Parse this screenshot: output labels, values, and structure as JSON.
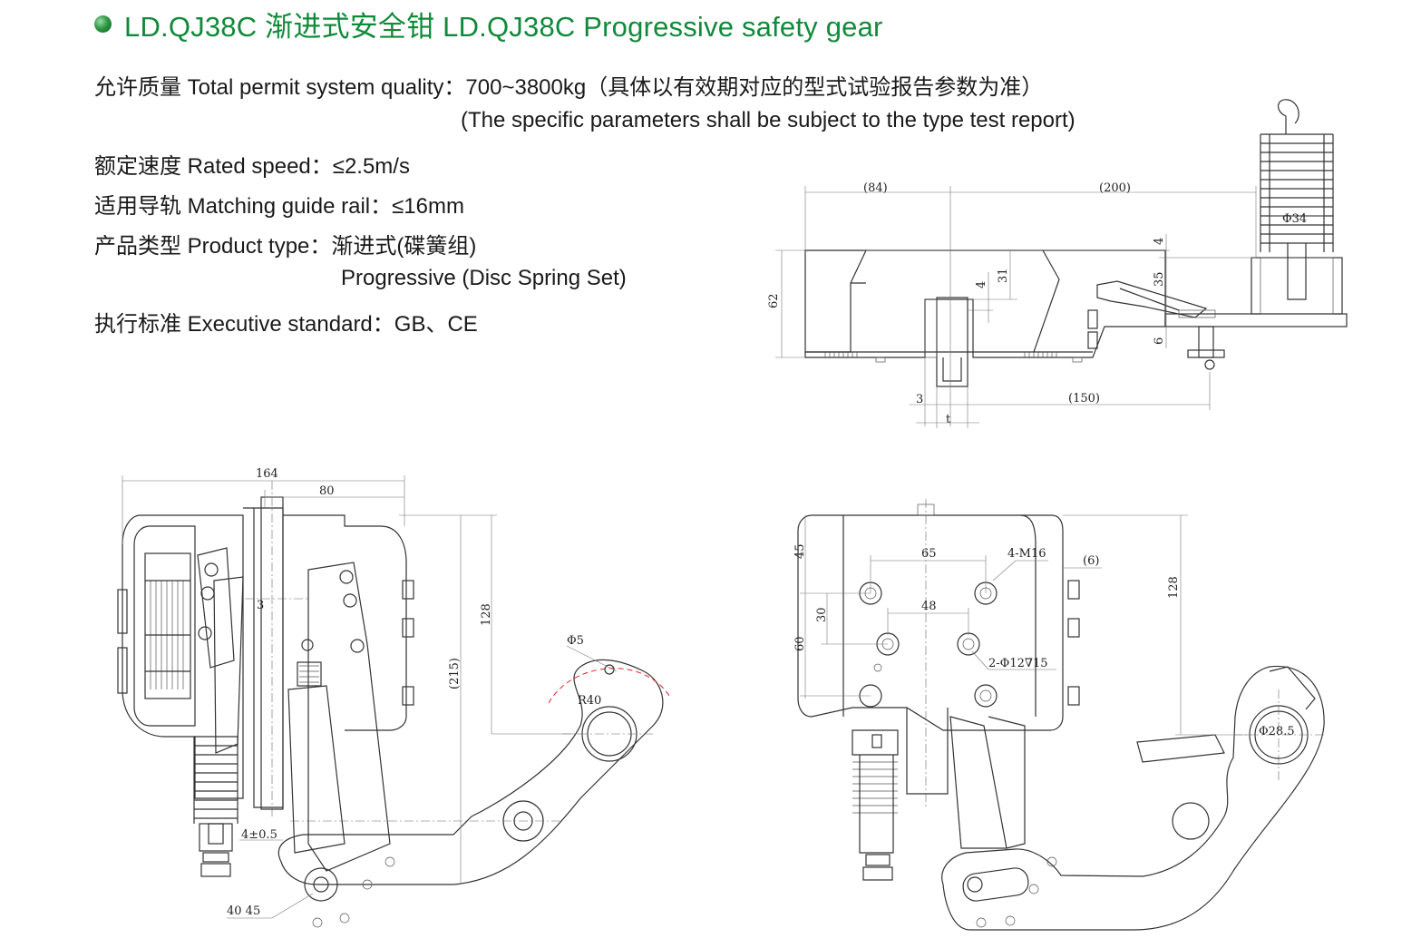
{
  "title": "LD.QJ38C 渐进式安全钳  LD.QJ38C Progressive safety gear",
  "specs": {
    "quality": "允许质量 Total permit system quality：700~3800kg（具体以有效期对应的型式试验报告参数为准）",
    "quality_note": "(The specific parameters shall be subject to the type test report)",
    "speed": "额定速度 Rated speed：≤2.5m/s",
    "rail": "适用导轨 Matching guide rail：≤16mm",
    "type": "产品类型 Product type：渐进式(碟簧组)",
    "type_en": "Progressive (Disc Spring Set)",
    "standard": "执行标准 Executive standard：GB、CE"
  },
  "dims_top": {
    "d84": "(84)",
    "d200": "(200)",
    "d34": "Φ34",
    "d4a": "4",
    "d35": "35",
    "d31": "31",
    "d4b": "4",
    "d62": "62",
    "d6": "6",
    "d3": "3",
    "d150": "(150)",
    "dt": "t"
  },
  "dims_left": {
    "d164": "164",
    "d80": "80",
    "d3": "3",
    "d128": "128",
    "d215": "(215)",
    "d5": "Φ5",
    "r40": "R40",
    "d4": "4±0.5",
    "d4045": "40 45"
  },
  "dims_right": {
    "d65": "65",
    "m16": "4-M16",
    "d6": "(6)",
    "d45": "45",
    "d30": "30",
    "d48": "48",
    "d60": "60",
    "d12": "2-Φ12∇15",
    "d128": "128",
    "d285": "Φ28.5"
  }
}
